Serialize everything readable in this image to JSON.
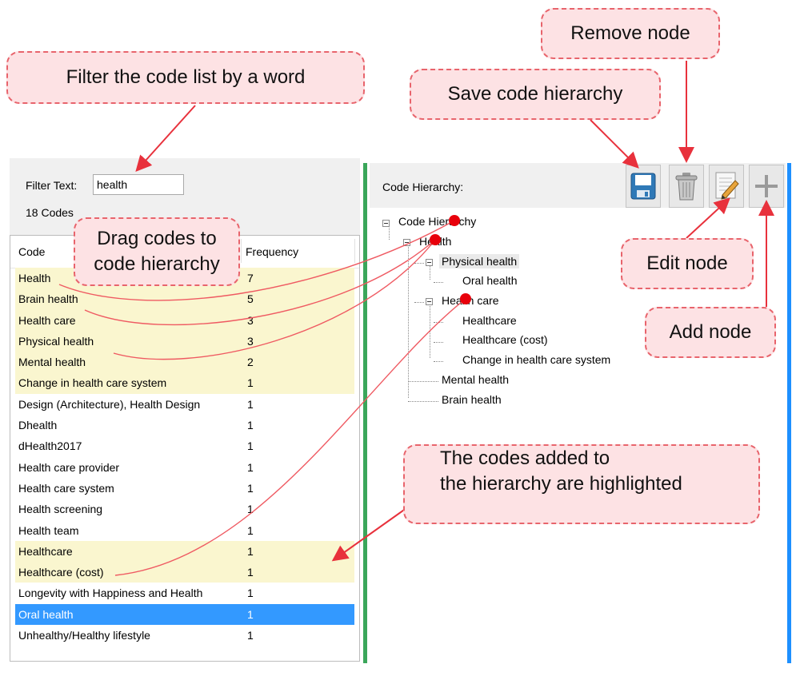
{
  "filter": {
    "label": "Filter Text:",
    "value": "health"
  },
  "codes_count": "18 Codes",
  "code_list": {
    "headers": {
      "code": "Code",
      "frequency": "Frequency"
    },
    "rows": [
      {
        "code": "Health",
        "frequency": "7",
        "state": "highlighted"
      },
      {
        "code": "Brain health",
        "frequency": "5",
        "state": "highlighted"
      },
      {
        "code": "Health care",
        "frequency": "3",
        "state": "highlighted"
      },
      {
        "code": "Physical health",
        "frequency": "3",
        "state": "highlighted"
      },
      {
        "code": "Mental health",
        "frequency": "2",
        "state": "highlighted"
      },
      {
        "code": "Change in health care system",
        "frequency": "1",
        "state": "highlighted"
      },
      {
        "code": "Design (Architecture), Health Design",
        "frequency": "1",
        "state": "normal"
      },
      {
        "code": "Dhealth",
        "frequency": "1",
        "state": "normal"
      },
      {
        "code": "dHealth2017",
        "frequency": "1",
        "state": "normal"
      },
      {
        "code": "Health care provider",
        "frequency": "1",
        "state": "normal"
      },
      {
        "code": "Health care system",
        "frequency": "1",
        "state": "normal"
      },
      {
        "code": "Health screening",
        "frequency": "1",
        "state": "normal"
      },
      {
        "code": "Health team",
        "frequency": "1",
        "state": "normal"
      },
      {
        "code": "Healthcare",
        "frequency": "1",
        "state": "highlighted"
      },
      {
        "code": "Healthcare (cost)",
        "frequency": "1",
        "state": "highlighted"
      },
      {
        "code": "Longevity with Happiness and Health",
        "frequency": "1",
        "state": "normal"
      },
      {
        "code": "Oral health",
        "frequency": "1",
        "state": "selected"
      },
      {
        "code": "Unhealthy/Healthy lifestyle",
        "frequency": "1",
        "state": "normal"
      }
    ]
  },
  "hierarchy": {
    "label": "Code Hierarchy:",
    "toolbar": [
      {
        "name": "save-hierarchy-button",
        "icon": "floppy-disk-icon"
      },
      {
        "name": "remove-node-button",
        "icon": "trash-can-icon"
      },
      {
        "name": "edit-node-button",
        "icon": "pencil-notepad-icon"
      },
      {
        "name": "add-node-button",
        "icon": "plus-icon"
      }
    ],
    "tree": {
      "root": "Code Hierarchy",
      "health": "Health",
      "physical_health": "Physical health",
      "oral_health": "Oral health",
      "health_care": "Health care",
      "healthcare": "Healthcare",
      "healthcare_cost": "Healthcare (cost)",
      "change_system": "Change in health care system",
      "mental_health": "Mental health",
      "brain_health": "Brain health"
    }
  },
  "annotations": {
    "filter": "Filter the code list by a word",
    "save": "Save code hierarchy",
    "remove": "Remove node",
    "drag_line1": "Drag codes to",
    "drag_line2": "code hierarchy",
    "edit": "Edit node",
    "add": "Add node",
    "highlight_line1": "The codes added to",
    "highlight_line2": "the hierarchy are highlighted"
  },
  "colors": {
    "highlight_row": "#faf6cf",
    "selected_row": "#3399ff",
    "annotation_fill": "#fde2e4",
    "annotation_border": "#e8646c",
    "drag_dot": "#e8000b",
    "panel_divider_green": "#3aa65a",
    "panel_divider_blue": "#1e90ff"
  }
}
